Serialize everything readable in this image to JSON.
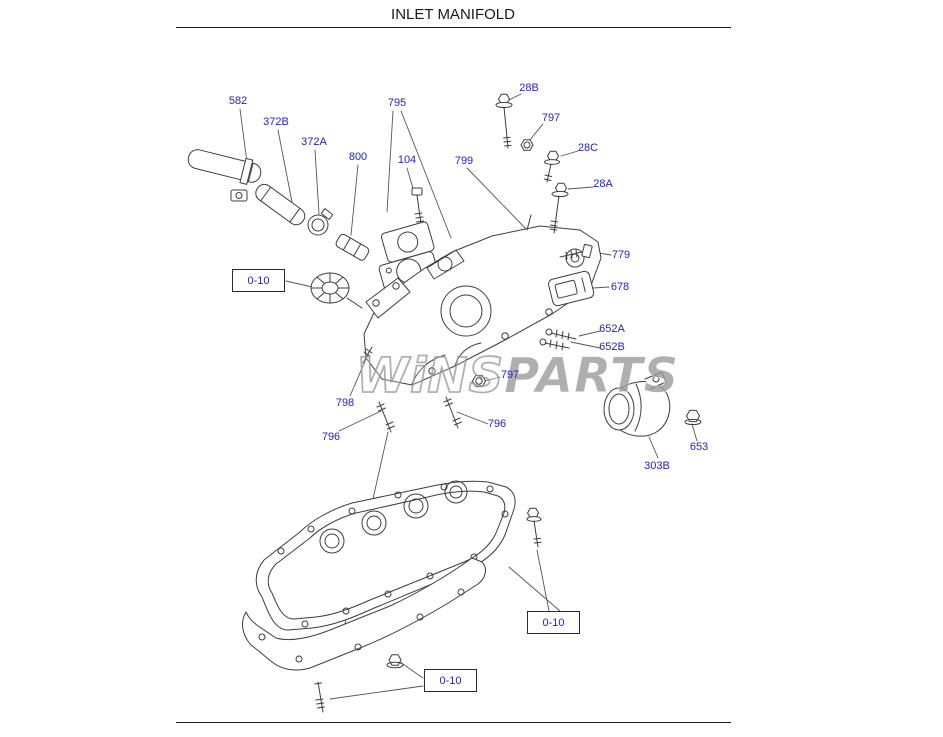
{
  "page": {
    "title": "INLET MANIFOLD"
  },
  "colors": {
    "label_link_blue": "#2323c3",
    "drawing_line": "#3d3d3d",
    "watermark_gray": "#9c9c9c",
    "background": "#ffffff"
  },
  "watermark": {
    "left": "WiNS",
    "right": "PARTS"
  },
  "part_labels": [
    {
      "text": "582"
    },
    {
      "text": "372B"
    },
    {
      "text": "372A"
    },
    {
      "text": "800"
    },
    {
      "text": "104"
    },
    {
      "text": "795"
    },
    {
      "text": "799"
    },
    {
      "text": "28B"
    },
    {
      "text": "797"
    },
    {
      "text": "28C"
    },
    {
      "text": "28A"
    },
    {
      "text": "779"
    },
    {
      "text": "678"
    },
    {
      "text": "652A"
    },
    {
      "text": "652B"
    },
    {
      "text": "797"
    },
    {
      "text": "798"
    },
    {
      "text": "796"
    },
    {
      "text": "796"
    },
    {
      "text": "303B"
    },
    {
      "text": "653"
    }
  ],
  "callouts": [
    {
      "text": "0-10"
    },
    {
      "text": "0-10"
    },
    {
      "text": "0-10"
    }
  ]
}
